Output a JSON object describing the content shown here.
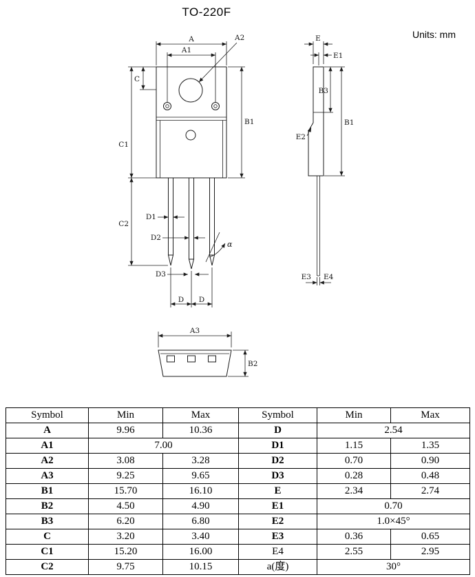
{
  "page": {
    "title": "TO-220F",
    "units": "Units: mm"
  },
  "drawing": {
    "front": {
      "a": "A",
      "a1": "A1",
      "a2": "A2",
      "c": "C",
      "c1": "C1",
      "c2": "C2",
      "b1": "B1",
      "d1": "D1",
      "d2": "D2",
      "d3": "D3",
      "d_left": "D",
      "d_right": "D",
      "alpha": "α"
    },
    "side": {
      "e": "E",
      "e1": "E1",
      "b3": "B3",
      "b1": "B1",
      "e2": "E2",
      "e3": "E3",
      "e4": "E4"
    },
    "bottom": {
      "a3": "A3",
      "b2": "B2"
    }
  },
  "table": {
    "headers": [
      "Symbol",
      "Min",
      "Max",
      "Symbol",
      "Min",
      "Max"
    ],
    "rows": [
      {
        "l_sym": "A",
        "l_min": "9.96",
        "l_max": "10.36",
        "r_sym": "D",
        "r_span": "2.54"
      },
      {
        "l_sym": "A1",
        "l_span": "7.00",
        "r_sym": "D1",
        "r_min": "1.15",
        "r_max": "1.35"
      },
      {
        "l_sym": "A2",
        "l_min": "3.08",
        "l_max": "3.28",
        "r_sym": "D2",
        "r_min": "0.70",
        "r_max": "0.90"
      },
      {
        "l_sym": "A3",
        "l_min": "9.25",
        "l_max": "9.65",
        "r_sym": "D3",
        "r_min": "0.28",
        "r_max": "0.48"
      },
      {
        "l_sym": "B1",
        "l_min": "15.70",
        "l_max": "16.10",
        "r_sym": "E",
        "r_min": "2.34",
        "r_max": "2.74"
      },
      {
        "l_sym": "B2",
        "l_min": "4.50",
        "l_max": "4.90",
        "r_sym": "E1",
        "r_span": "0.70"
      },
      {
        "l_sym": "B3",
        "l_min": "6.20",
        "l_max": "6.80",
        "r_sym": "E2",
        "r_span": "1.0×45°"
      },
      {
        "l_sym": "C",
        "l_min": "3.20",
        "l_max": "3.40",
        "r_sym": "E3",
        "r_min": "0.36",
        "r_max": "0.65"
      },
      {
        "l_sym": "C1",
        "l_min": "15.20",
        "l_max": "16.00",
        "r_sym": "E4",
        "r_min": "2.55",
        "r_max": "2.95"
      },
      {
        "l_sym": "C2",
        "l_min": "9.75",
        "l_max": "10.15",
        "r_sym": "a(度)",
        "r_span": "30°"
      }
    ]
  }
}
